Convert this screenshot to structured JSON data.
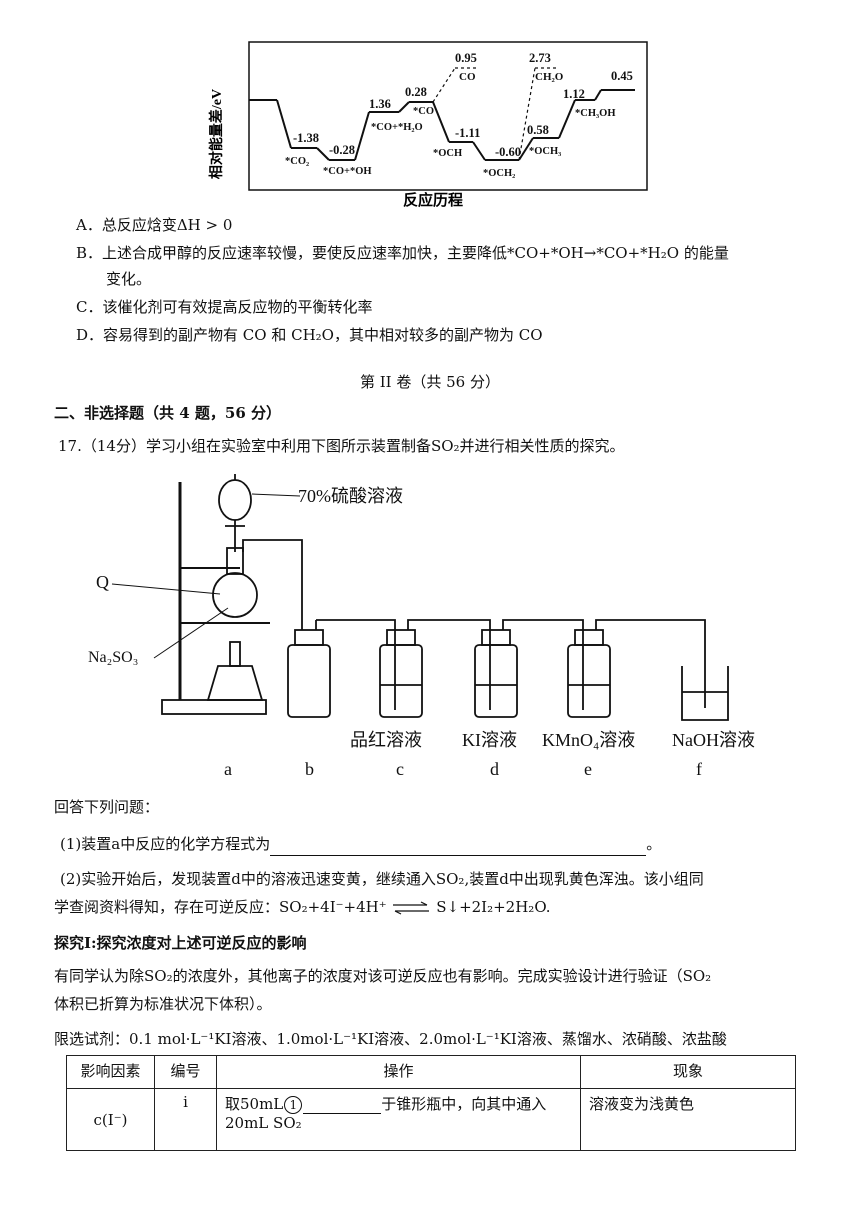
{
  "energy_diagram": {
    "ylabel": "相对能量差/eV",
    "xlabel": "反应历程",
    "labels": [
      {
        "value": "-1.38",
        "species": "*CO₂"
      },
      {
        "value": "-0.28",
        "species": "*CO+*OH"
      },
      {
        "value": "1.36",
        "species": "*CO+*H₂O"
      },
      {
        "value": "0.28",
        "species": "*CO"
      },
      {
        "value": "0.95",
        "species": "CO"
      },
      {
        "value": "-1.11",
        "species": "*OCH"
      },
      {
        "value": "-0.60",
        "species": "*OCH₂"
      },
      {
        "value": "2.73",
        "species": "CH₂O"
      },
      {
        "value": "0.58",
        "species": "*OCH₃"
      },
      {
        "value": "1.12",
        "species": "*CH₃OH"
      },
      {
        "value": "0.45",
        "species": ""
      }
    ]
  },
  "options": {
    "A": "A．总反应焓变ΔH > 0",
    "B1": "B．上述合成甲醇的反应速率较慢，要使反应速率加快，主要降低*CO+*OH→*CO+*H₂O 的能量",
    "B2": "变化。",
    "C": "C．该催化剂可有效提高反应物的平衡转化率",
    "D": "D．容易得到的副产物有 CO 和 CH₂O，其中相对较多的副产物为 CO"
  },
  "section_title": "第 II 卷（共 56 分）",
  "part_heading": "二、非选择题（共 4 题，56 分）",
  "q17_intro": "17.（14分）学习小组在实验室中利用下图所示装置制备SO₂并进行相关性质的探究。",
  "apparatus": {
    "acid_label": "70%硫酸溶液",
    "q_label": "Q",
    "na2so3_label": "Na₂SO₃",
    "solutions": [
      "品红溶液",
      "KI溶液",
      "KMnO₄溶液",
      "NaOH溶液"
    ],
    "letters": [
      "a",
      "b",
      "c",
      "d",
      "e",
      "f"
    ]
  },
  "answer_prompt": "回答下列问题：",
  "sub1": "(1)装置a中反应的化学方程式为",
  "sub1_end": "。",
  "sub2_line1": "(2)实验开始后，发现装置d中的溶液迅速变黄，继续通入SO₂,装置d中出现乳黄色浑浊。该小组同",
  "sub2_line2_a": "学查阅资料得知，存在可逆反应：SO₂+4I⁻+4H⁺",
  "sub2_line2_b": "S↓+2I₂+2H₂O.",
  "inquiry_heading": "探究I:探究浓度对上述可逆反应的影响",
  "inquiry_line1": "有同学认为除SO₂的浓度外，其他离子的浓度对该可逆反应也有影响。完成实验设计进行验证（SO₂",
  "inquiry_line2": "体积已折算为标准状况下体积）。",
  "reagents": "限选试剂：0.1 mol·L⁻¹KI溶液、1.0mol·L⁻¹KI溶液、2.0mol·L⁻¹KI溶液、蒸馏水、浓硝酸、浓盐酸",
  "table": {
    "headers": [
      "影响因素",
      "编号",
      "操作",
      "现象"
    ],
    "row": {
      "factor": "c(I⁻)",
      "number": "i",
      "op_a": "取50mL",
      "op_circle": "1",
      "op_b": "于锥形瓶中，向其中通入",
      "op_c": "20mL SO₂",
      "phenomenon": "溶液变为浅黄色"
    }
  }
}
